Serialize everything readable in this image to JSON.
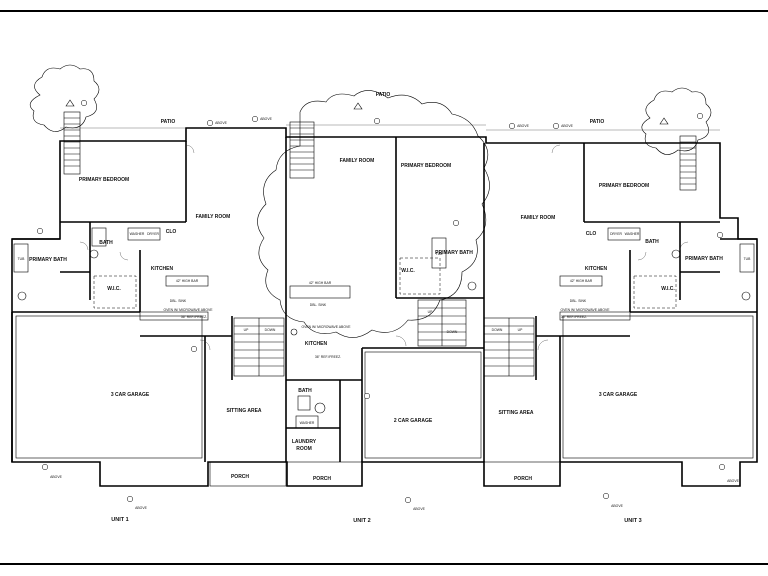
{
  "labels": {
    "patio": "PATIO",
    "primary_bedroom": "PRIMARY BEDROOM",
    "family_room": "FAMILY ROOM",
    "bath": "BATH",
    "primary_bath": "PRIMARY BATH",
    "clo": "CLO",
    "kitchen": "KITCHEN",
    "wic": "W.I.C.",
    "garage_3car": "3 CAR GARAGE",
    "garage_2car": "2 CAR GARAGE",
    "sitting_area": "SITTING AREA",
    "porch": "PORCH",
    "laundry_line1": "LAUNDRY",
    "laundry_line2": "ROOM",
    "tub": "TUB",
    "washer": "WASHER",
    "dryer": "DRYER",
    "up": "UP",
    "down": "DOWN",
    "above": "ABOVE",
    "sink_note": "DBL. SINK",
    "dw_note": "DW",
    "oven_note": "OVEN W/ MICROWAVE ABOVE",
    "fridge_note": "36\" REF./FREEZ.",
    "bar_note": "42\" HIGH BAR",
    "unit1": "UNIT 1",
    "unit2": "UNIT 2",
    "unit3": "UNIT 3"
  }
}
